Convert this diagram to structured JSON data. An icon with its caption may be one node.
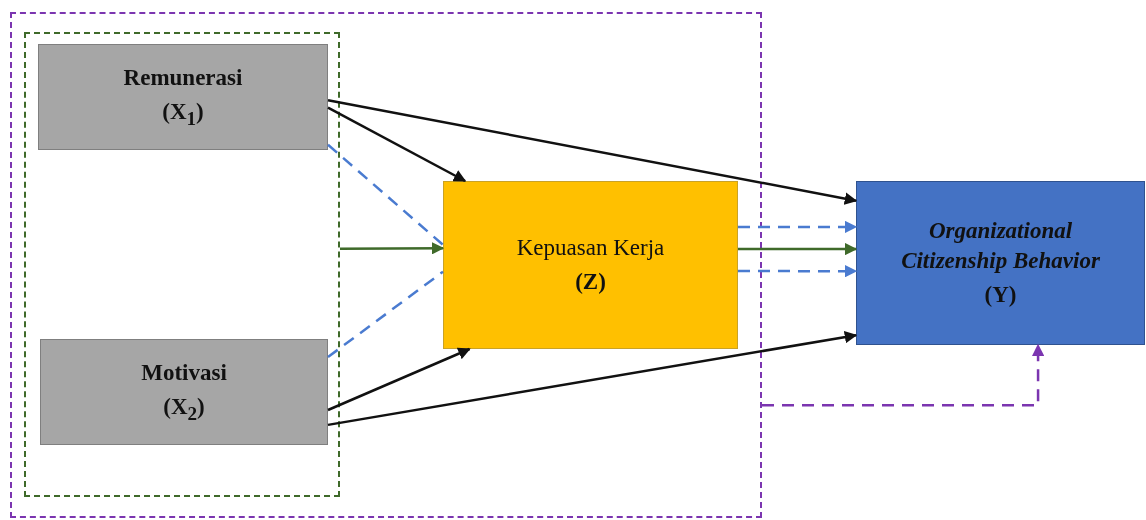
{
  "diagram": {
    "nodes": [
      {
        "text": [],
        "shape": "box"
      },
      {
        "text": [],
        "shape": "box",
        "in": 0
      },
      {
        "text": [
          "Remunerasi",
          "(X$_{1}$)"
        ],
        "in": 1
      },
      {
        "text": [
          "Motivasi",
          "(X$_{2}$)"
        ],
        "in": 1
      },
      {
        "text": [
          "Kepuasan Kerja",
          "(Z)"
        ],
        "in": 0
      },
      {
        "text": [
          "Organizational Citizenship Behavior",
          "(Y)"
        ]
      }
    ],
    "edges": [
      {
        "from": 2,
        "to": 4,
        "arrow": "to"
      },
      {
        "from": 2,
        "to": 5,
        "arrow": "to"
      },
      {
        "from": 2,
        "to": 4,
        "arrow": "none",
        "style": "dashed",
        "color": "#4a7bd0"
      },
      {
        "from": 1,
        "to": 4,
        "arrow": "to",
        "color": "#3f6a2a"
      },
      {
        "from": 3,
        "to": 4,
        "arrow": "none",
        "style": "dashed",
        "color": "#4a7bd0"
      },
      {
        "from": 3,
        "to": 4,
        "arrow": "to"
      },
      {
        "from": 3,
        "to": 5,
        "arrow": "to"
      },
      {
        "from": 4,
        "to": 5,
        "arrow": "to",
        "style": "dashed",
        "color": "#4a7bd0"
      },
      {
        "from": 4,
        "to": 5,
        "arrow": "to",
        "color": "#3f6a2a"
      },
      {
        "from": 4,
        "to": 5,
        "arrow": "to",
        "style": "dashed",
        "color": "#4a7bd0"
      },
      {
        "from": 0,
        "to": 5,
        "arrow": "to",
        "style": "dashed",
        "color": "#7b35b0"
      }
    ]
  }
}
